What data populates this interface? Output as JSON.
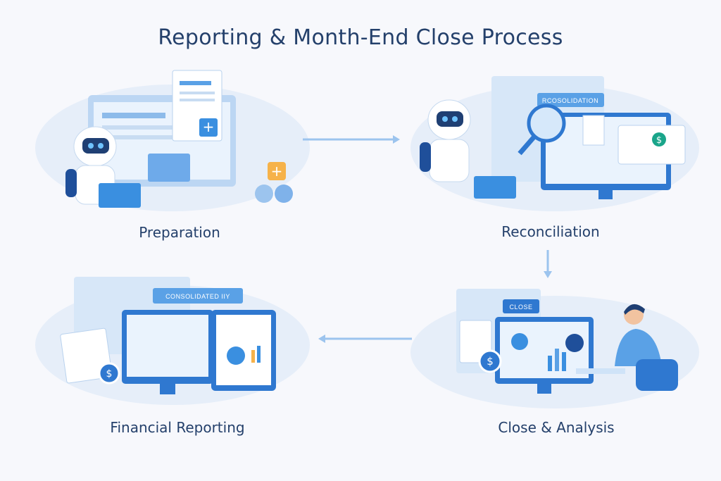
{
  "title": "Reporting & Month-End Close Process",
  "steps": [
    {
      "label": "Preparation"
    },
    {
      "label": "Reconciliation",
      "screen_tag": "RCOSOLIDATION"
    },
    {
      "label": "Close & Analysis",
      "screen_tag": "CLOSE"
    },
    {
      "label": "Financial Reporting",
      "screen_tag": "CONSOLIDATED IIY"
    }
  ],
  "colors": {
    "title": "#24406b",
    "accent": "#3a8fe0",
    "light": "#cfe3f8",
    "dark": "#1f4f9a",
    "orange": "#f6b24a"
  }
}
